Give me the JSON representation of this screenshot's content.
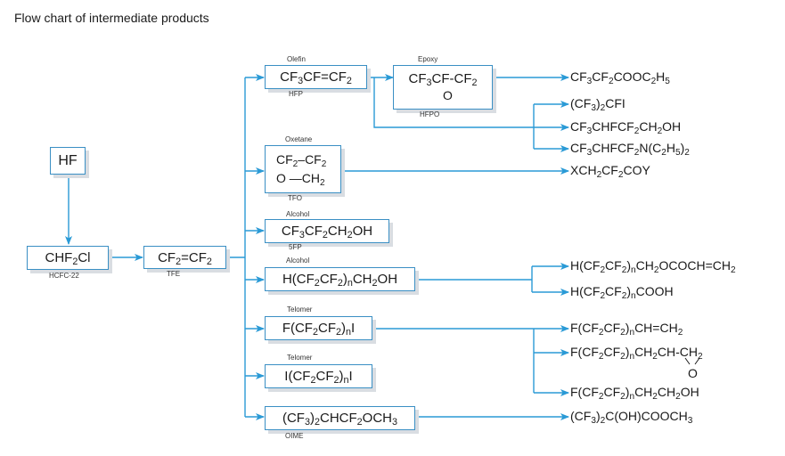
{
  "title": "Flow chart of intermediate products",
  "colors": {
    "line": "#2a9ad6",
    "border": "#3a8fc4",
    "shadow": "#d9dde2"
  },
  "nodes": {
    "hf": {
      "formula": "HF"
    },
    "hcfc22": {
      "formula_html": "CHF<sub>2</sub>Cl",
      "label": "HCFC-22"
    },
    "tfe": {
      "formula_html": "CF<sub>2</sub>=CF<sub>2</sub>",
      "label": "TFE"
    },
    "hfp": {
      "category": "Olefin",
      "formula_html": "CF<sub>3</sub>CF=CF<sub>2</sub>",
      "label": "HFP"
    },
    "hfpo": {
      "category": "Epoxy",
      "formula_html": "CF<sub>3</sub>CF-CF<sub>2</sub>",
      "ring_o": "O",
      "label": "HFPO"
    },
    "tfo": {
      "category": "Oxetane",
      "row1_html": "CF<sub>2</sub>–CF<sub>2</sub>",
      "row2_html": "O —CH<sub>2</sub>",
      "label": "TFO"
    },
    "fivefp": {
      "category": "Alcohol",
      "formula_html": "CF<sub>3</sub>CF<sub>2</sub>CH<sub>2</sub>OH",
      "label": "5FP"
    },
    "hcf2alc": {
      "category": "Alcohol",
      "formula_html": "H(CF<sub>2</sub>CF<sub>2</sub>)<sub>n</sub>CH<sub>2</sub>OH"
    },
    "telomer1": {
      "category": "Telomer",
      "formula_html": "F(CF<sub>2</sub>CF<sub>2</sub>)<sub>n</sub>I"
    },
    "telomer2": {
      "category": "Telomer",
      "formula_html": "I(CF<sub>2</sub>CF<sub>2</sub>)<sub>n</sub>I"
    },
    "oime": {
      "formula_html": "(CF<sub>3</sub>)<sub>2</sub>CHCF<sub>2</sub>OCH<sub>3</sub>",
      "label": "OIME"
    }
  },
  "products": [
    {
      "id": "p1",
      "html": "CF<sub>3</sub>CF<sub>2</sub>COOC<sub>2</sub>H<sub>5</sub>"
    },
    {
      "id": "p2",
      "html": "(CF<sub>3</sub>)<sub>2</sub>CFI"
    },
    {
      "id": "p3",
      "html": "CF<sub>3</sub>CHFCF<sub>2</sub>CH<sub>2</sub>OH"
    },
    {
      "id": "p4",
      "html": "CF<sub>3</sub>CHFCF<sub>2</sub>N(C<sub>2</sub>H<sub>5</sub>)<sub>2</sub>"
    },
    {
      "id": "p5",
      "html": "XCH<sub>2</sub>CF<sub>2</sub>COY"
    },
    {
      "id": "p6",
      "html": "H(CF<sub>2</sub>CF<sub>2</sub>)<sub>n</sub>CH<sub>2</sub>OCOCH=CH<sub>2</sub>"
    },
    {
      "id": "p7",
      "html": "H(CF<sub>2</sub>CF<sub>2</sub>)<sub>n</sub>COOH"
    },
    {
      "id": "p8",
      "html": "F(CF<sub>2</sub>CF<sub>2</sub>)<sub>n</sub>CH=CH<sub>2</sub>"
    },
    {
      "id": "p9",
      "html": "F(CF<sub>2</sub>CF<sub>2</sub>)<sub>n</sub>CH<sub>2</sub>CH-CH<sub>2</sub>",
      "ring_o": "O"
    },
    {
      "id": "p10",
      "html": "F(CF<sub>2</sub>CF<sub>2</sub>)<sub>n</sub>CH<sub>2</sub>CH<sub>2</sub>OH"
    },
    {
      "id": "p11",
      "html": "(CF<sub>3</sub>)<sub>2</sub>C(OH)COOCH<sub>3</sub>"
    }
  ]
}
